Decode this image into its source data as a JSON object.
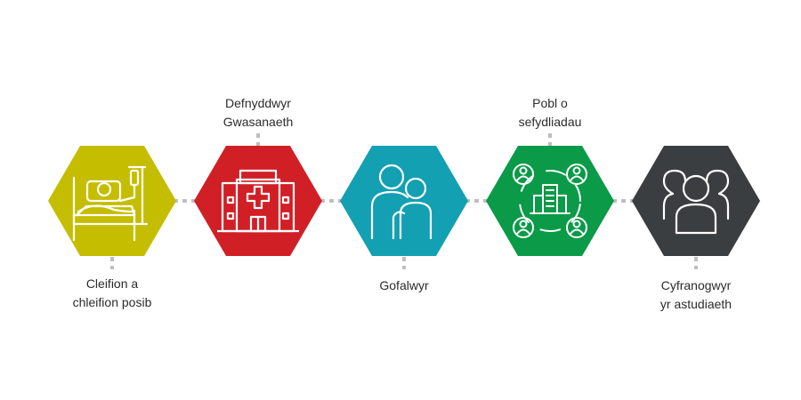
{
  "stakeholders": [
    {
      "id": "patients",
      "lines": [
        "Cleifion a",
        "chleifion posib"
      ],
      "label_position": "below",
      "color": "#c5bd00",
      "icon": "hospital-bed-icon"
    },
    {
      "id": "service-users",
      "lines": [
        "Defnyddwyr",
        "Gwasanaeth"
      ],
      "label_position": "above",
      "color": "#d11f26",
      "icon": "hospital-building-icon"
    },
    {
      "id": "carers",
      "lines": [
        "Gofalwyr"
      ],
      "label_position": "below",
      "color": "#12a0b2",
      "icon": "carers-icon"
    },
    {
      "id": "organisations",
      "lines": [
        "Pobl o",
        "sefydliadau"
      ],
      "label_position": "above",
      "color": "#0a9a48",
      "icon": "organisation-network-icon"
    },
    {
      "id": "participants",
      "lines": [
        "Cyfranogwyr",
        "yr astudiaeth"
      ],
      "label_position": "below",
      "color": "#3b3e40",
      "icon": "group-people-icon"
    }
  ],
  "connector_color": "#bfbfbf"
}
